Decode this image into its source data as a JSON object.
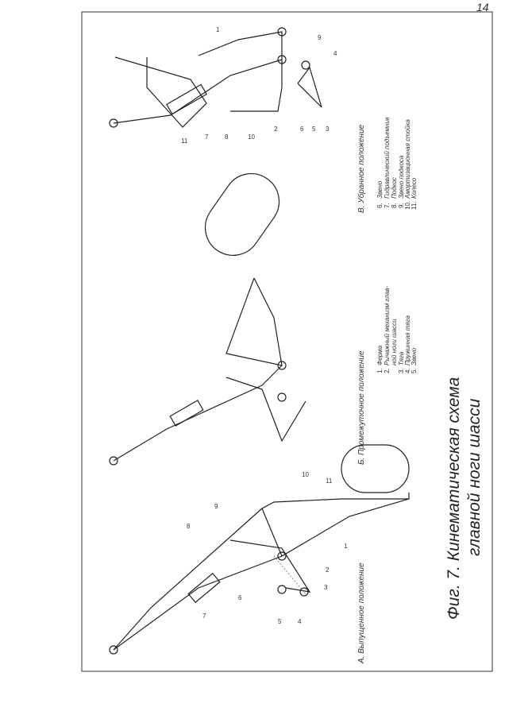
{
  "page_number": "14",
  "title_line1": "Фиг. 7. Кинематическая схема",
  "title_line2": "главной ноги шасси",
  "sections": {
    "a": "А. Выпущенное положение",
    "b": "Б. Промежуточное положение",
    "v": "В. Убранное положение"
  },
  "legend": [
    {
      "num": "1.",
      "text": "Ферма"
    },
    {
      "num": "2.",
      "text": "Рычажный механизм глав-",
      "cont": "ной ноги шасси"
    },
    {
      "num": "3.",
      "text": "Тяга"
    },
    {
      "num": "4.",
      "text": "Пружинная тяга"
    },
    {
      "num": "5.",
      "text": "Звено"
    },
    {
      "num": "6.",
      "text": "Звено"
    },
    {
      "num": "7.",
      "text": "Гидравлический подъемник"
    },
    {
      "num": "8.",
      "text": "Подкос"
    },
    {
      "num": "9.",
      "text": "Звено подкоса"
    },
    {
      "num": "10.",
      "text": "Амортизационная стойка"
    },
    {
      "num": "11.",
      "text": "Колесо"
    }
  ],
  "callouts": [
    "1",
    "2",
    "3",
    "4",
    "5",
    "6",
    "7",
    "8",
    "9",
    "10",
    "11"
  ]
}
